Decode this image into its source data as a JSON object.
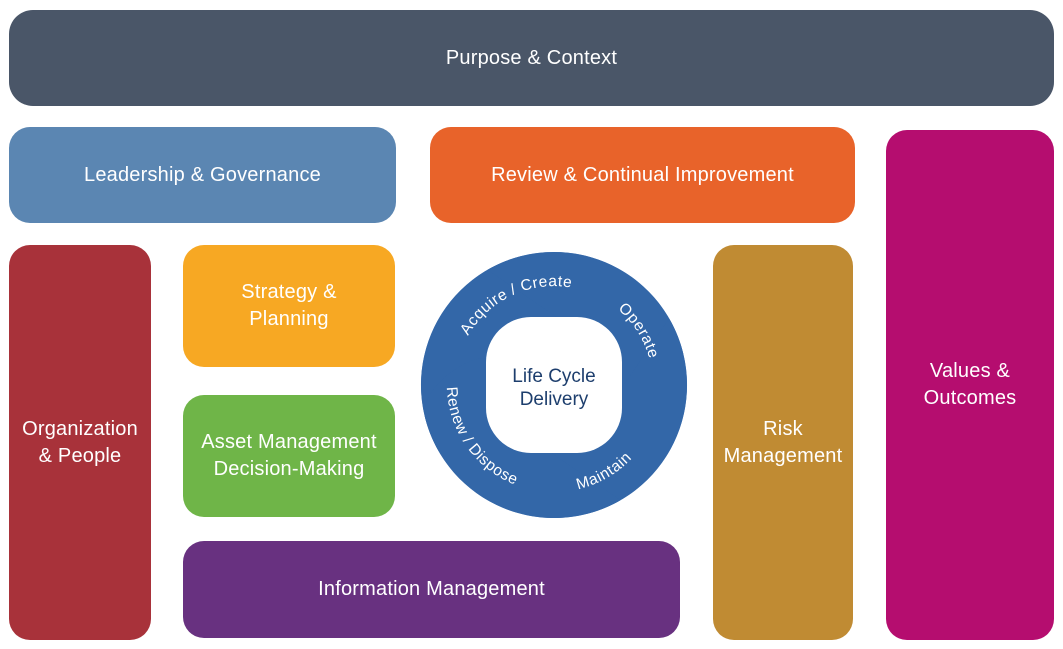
{
  "boxes": {
    "purpose_context": {
      "label": "Purpose & Context",
      "color": "#4a5668"
    },
    "leadership_governance": {
      "label": "Leadership & Governance",
      "color": "#5b86b2"
    },
    "review_improvement": {
      "label": "Review & Continual Improvement",
      "color": "#e8632a"
    },
    "values_outcomes": {
      "label": "Values &\nOutcomes",
      "color": "#b50d6f"
    },
    "organization_people": {
      "label": "Organization\n& People",
      "color": "#a8323a"
    },
    "strategy_planning": {
      "label": "Strategy &\nPlanning",
      "color": "#f7a823"
    },
    "asset_decision": {
      "label": "Asset Management\nDecision-Making",
      "color": "#6fb548"
    },
    "risk_management": {
      "label": "Risk\nManagement",
      "color": "#c08b33"
    },
    "information_management": {
      "label": "Information Management",
      "color": "#683180"
    }
  },
  "lifecycle": {
    "acquire": "Acquire / Create",
    "operate": "Operate",
    "maintain": "Maintain",
    "renew": "Renew / Dispose",
    "center_line1": "Life Cycle",
    "center_line2": "Delivery",
    "ring_color": "#5887c5",
    "blade_color": "#3367a8",
    "center_bg": "#ffffff",
    "center_text_color": "#1d3e6d"
  }
}
